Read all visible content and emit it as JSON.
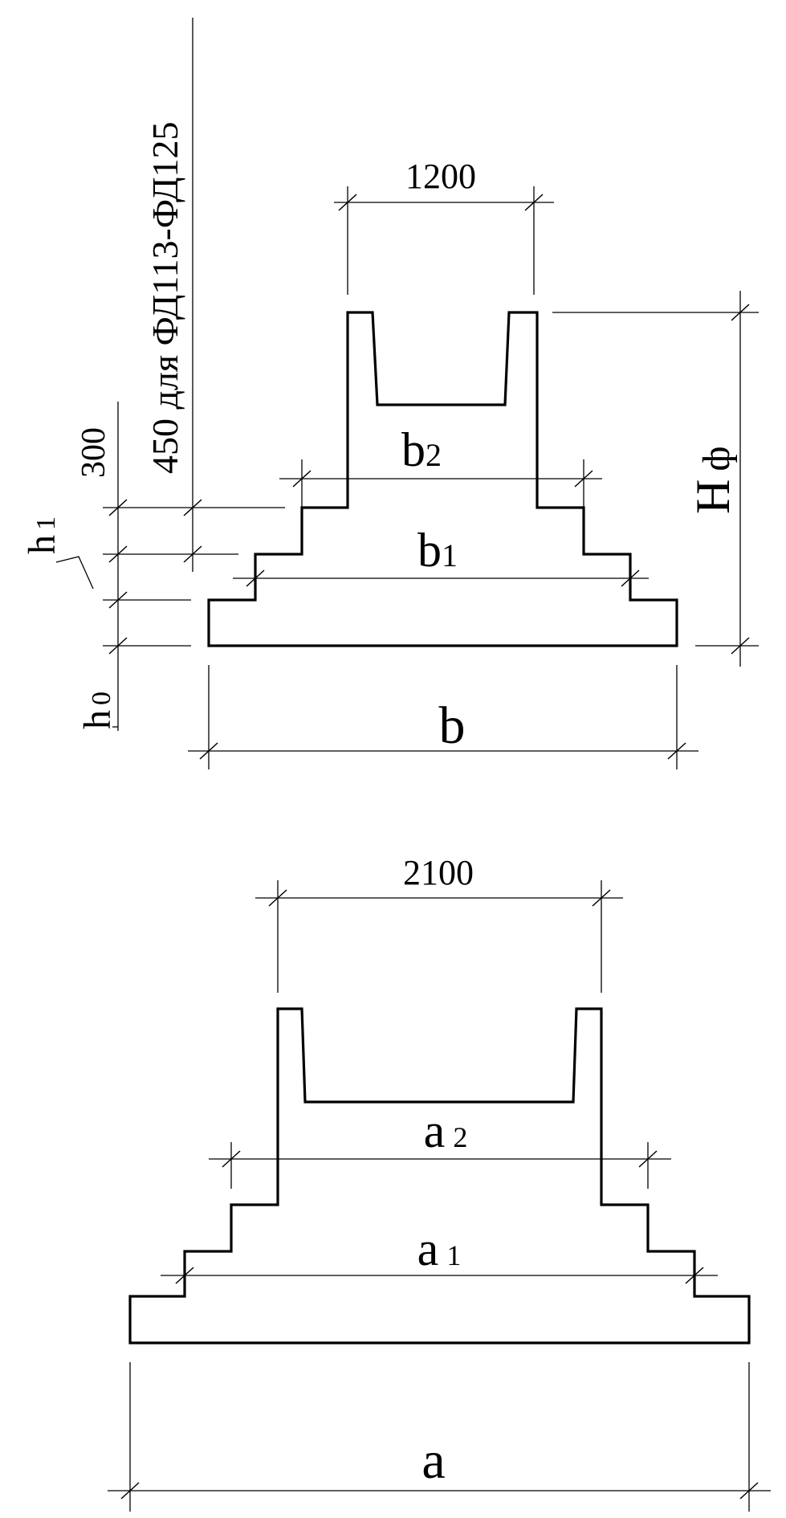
{
  "section_b": {
    "width_dim": "1200",
    "b2": {
      "main": "b",
      "sub": "2"
    },
    "b1": {
      "main": "b",
      "sub": "1"
    },
    "b": {
      "main": "b"
    },
    "h_f": {
      "main": "H",
      "sub": "ф"
    },
    "h1": {
      "main": "h",
      "sub": "1"
    },
    "h0": {
      "main": "h",
      "sub": "0"
    },
    "step_300": "300",
    "step_450": "450 для ФД113-ФД125"
  },
  "section_a": {
    "width_dim": "2100",
    "a2": {
      "main": "a",
      "sub": "2"
    },
    "a1": {
      "main": "a",
      "sub": "1"
    },
    "a": {
      "main": "a"
    }
  },
  "colors": {
    "line": "#000000",
    "background": "#ffffff"
  }
}
